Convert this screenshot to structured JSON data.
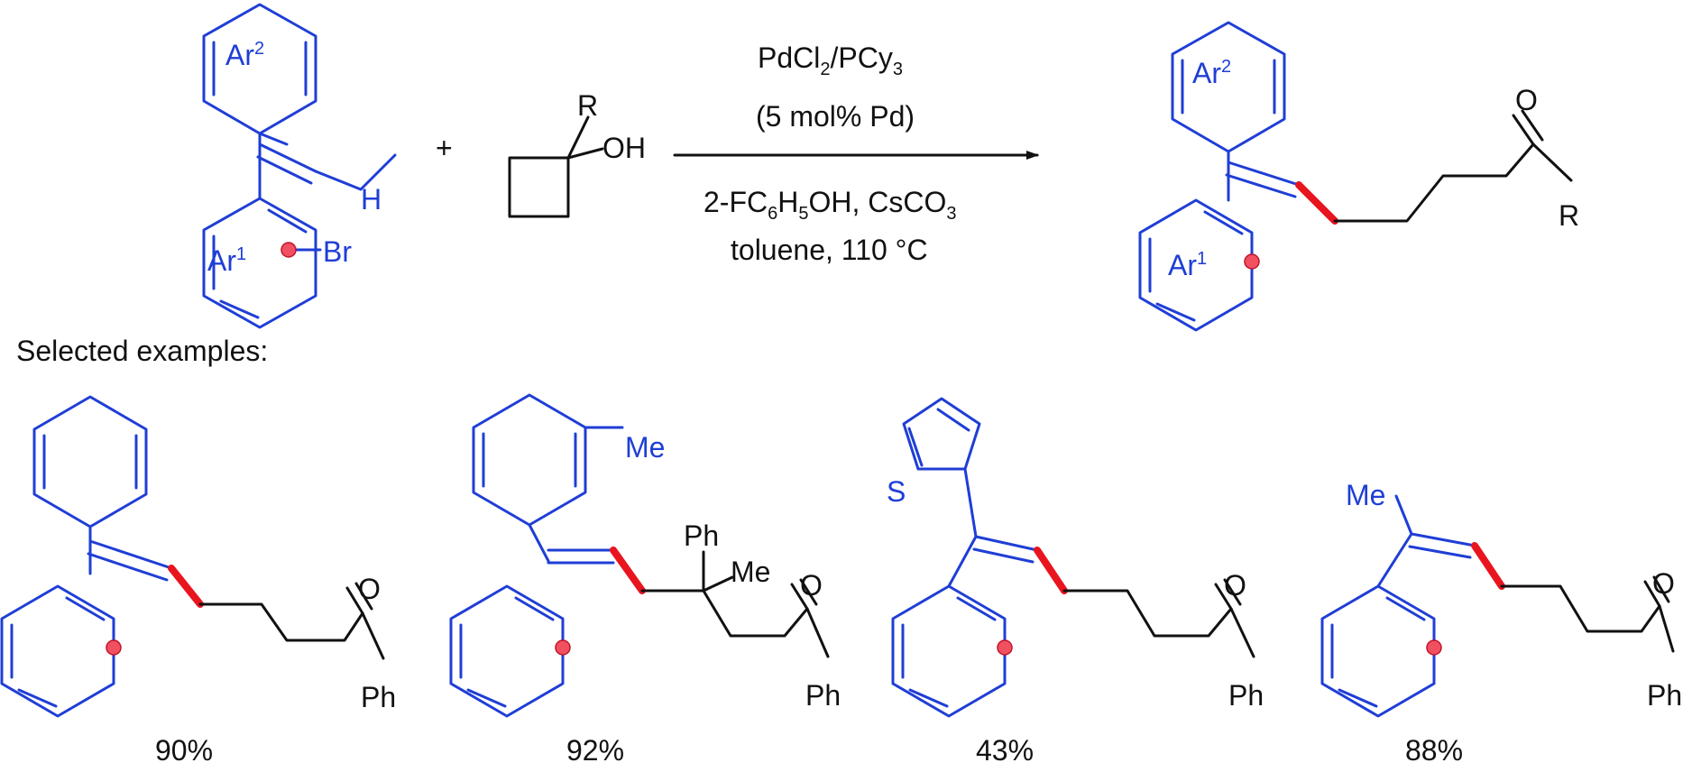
{
  "reaction": {
    "reactant1": {
      "ar2_base": "Ar",
      "ar2_sup": "2",
      "ar1_base": "Ar",
      "ar1_sup": "1",
      "h_label": "H",
      "br_label": "Br"
    },
    "plus": "+",
    "reactant2": {
      "r_label": "R",
      "oh_label": "OH"
    },
    "conditions": {
      "line1": {
        "a": "PdCl",
        "a_sub": "2",
        "b": "/PCy",
        "b_sub": "3"
      },
      "line2": "(5 mol% Pd)",
      "line3": {
        "a": "2-FC",
        "a_sub": "6",
        "b": "H",
        "b_sub": "5",
        "c": "OH, CsCO",
        "c_sub": "3"
      },
      "line4": "toluene, 110 °C"
    },
    "product": {
      "ar2_base": "Ar",
      "ar2_sup": "2",
      "ar1_base": "Ar",
      "ar1_sup": "1",
      "o_label": "O",
      "r_label": "R"
    }
  },
  "examples_heading": "Selected examples:",
  "examples": [
    {
      "o_label": "O",
      "ph_label": "Ph",
      "yield": "90%"
    },
    {
      "me_label": "Me",
      "ph_sub": "Ph",
      "me2_label": "Me",
      "o_label": "O",
      "ph_label": "Ph",
      "yield": "92%"
    },
    {
      "s_label": "S",
      "o_label": "O",
      "ph_label": "Ph",
      "yield": "43%"
    },
    {
      "me_label": "Me",
      "o_label": "O",
      "ph_label": "Ph",
      "yield": "88%"
    }
  ],
  "colors": {
    "blue": "#1f3ed6",
    "red": "#e8141e",
    "black": "#111111"
  }
}
